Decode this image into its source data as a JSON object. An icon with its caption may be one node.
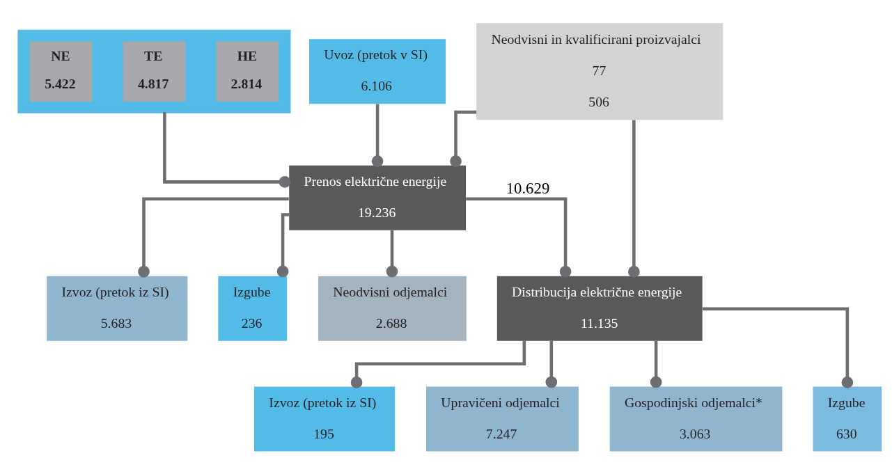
{
  "diagram": {
    "nodes": [
      {
        "text": [],
        "shape": "band"
      },
      {
        "text": [
          "HE",
          "2.814"
        ],
        "in": 0
      },
      {
        "text": [
          "TE",
          "4.817"
        ],
        "in": 0
      },
      {
        "text": [
          "NE",
          "5.422"
        ],
        "in": 0
      },
      {
        "text": [
          "Uvoz (pretok v SI)",
          "6.106"
        ]
      },
      {
        "text": [
          "Neodvisni in kvalificirani proizvajalci",
          "77",
          "506"
        ]
      },
      {
        "text": [
          "Izvoz (pretok iz SI)",
          "5.683"
        ]
      },
      {
        "text": [
          "Prenos električne energije",
          "19.236"
        ]
      },
      {
        "text": [
          "Izgube",
          "236"
        ]
      },
      {
        "text": [
          "Distribucija električne energije",
          "11.135"
        ]
      },
      {
        "text": [
          "Izvoz (pretok iz SI)",
          "195"
        ]
      },
      {
        "text": [
          "Neodvisni odjemalci",
          "2.688"
        ]
      },
      {
        "text": [
          "Upravičeni odjemalci",
          "7.247"
        ]
      },
      {
        "text": [
          "Gospodinjski odjemalci*",
          "3.063"
        ]
      },
      {
        "text": [
          "Izgube",
          "630"
        ]
      }
    ],
    "edges": [
      {
        "from": 0,
        "to": 7,
        "arrow": "other"
      },
      {
        "from": 4,
        "to": 7,
        "arrow": "other"
      },
      {
        "from": 5,
        "to": 7,
        "arrow": "other"
      },
      {
        "from": 5,
        "to": 9,
        "arrow": "other"
      },
      {
        "from": 7,
        "to": 6,
        "arrow": "other"
      },
      {
        "from": 7,
        "to": 8,
        "arrow": "other"
      },
      {
        "from": 7,
        "to": 9,
        "arrow": "other",
        "label": "10.629"
      },
      {
        "from": 7,
        "to": 11,
        "arrow": "other"
      },
      {
        "from": 9,
        "to": 10,
        "arrow": "other"
      },
      {
        "from": 9,
        "to": 12,
        "arrow": "other"
      },
      {
        "from": 9,
        "to": 13,
        "arrow": "other"
      },
      {
        "from": 9,
        "to": 14,
        "arrow": "other"
      }
    ]
  }
}
